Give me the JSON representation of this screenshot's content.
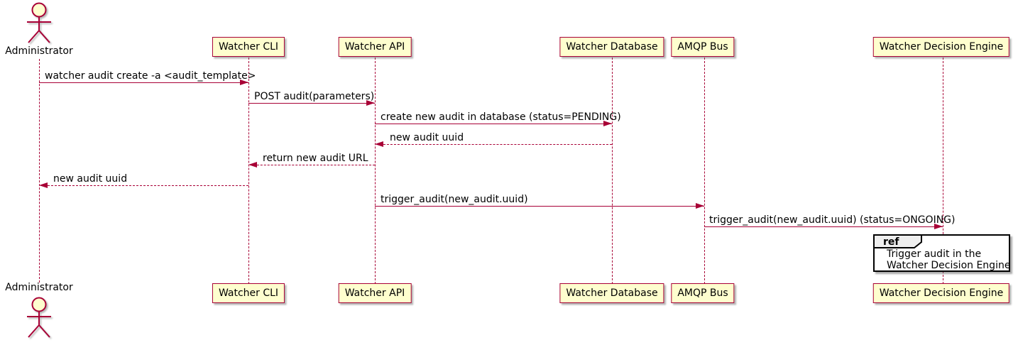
{
  "diagram": {
    "type": "sequence-diagram",
    "actor": {
      "name": "Administrator"
    },
    "participants": [
      {
        "label": "Watcher CLI"
      },
      {
        "label": "Watcher API"
      },
      {
        "label": "Watcher Database"
      },
      {
        "label": "AMQP Bus"
      },
      {
        "label": "Watcher Decision Engine"
      }
    ],
    "messages": [
      {
        "from": "Administrator",
        "to": "Watcher CLI",
        "style": "solid",
        "label": "watcher audit create -a <audit_template>"
      },
      {
        "from": "Watcher CLI",
        "to": "Watcher API",
        "style": "solid",
        "label": "POST audit(parameters)"
      },
      {
        "from": "Watcher API",
        "to": "Watcher Database",
        "style": "solid",
        "label": "create new audit in database (status=PENDING)"
      },
      {
        "from": "Watcher Database",
        "to": "Watcher API",
        "style": "dashed",
        "label": "new audit uuid"
      },
      {
        "from": "Watcher API",
        "to": "Watcher CLI",
        "style": "dashed",
        "label": "return new audit URL"
      },
      {
        "from": "Watcher CLI",
        "to": "Administrator",
        "style": "dashed",
        "label": "new audit uuid"
      },
      {
        "from": "Watcher API",
        "to": "AMQP Bus",
        "style": "solid",
        "label": "trigger_audit(new_audit.uuid)"
      },
      {
        "from": "AMQP Bus",
        "to": "Watcher Decision Engine",
        "style": "solid",
        "label": "trigger_audit(new_audit.uuid) (status=ONGOING)"
      }
    ],
    "ref": {
      "tag": "ref",
      "over": "Watcher Decision Engine",
      "lines": [
        "Trigger audit in the",
        "Watcher Decision Engine"
      ]
    },
    "colors": {
      "line": "#A80036",
      "participant_fill": "#FEFECE",
      "ref_border": "#000000",
      "ref_tab_fill": "#EEEEEE",
      "text": "#000000",
      "background": "#FFFFFF"
    }
  }
}
